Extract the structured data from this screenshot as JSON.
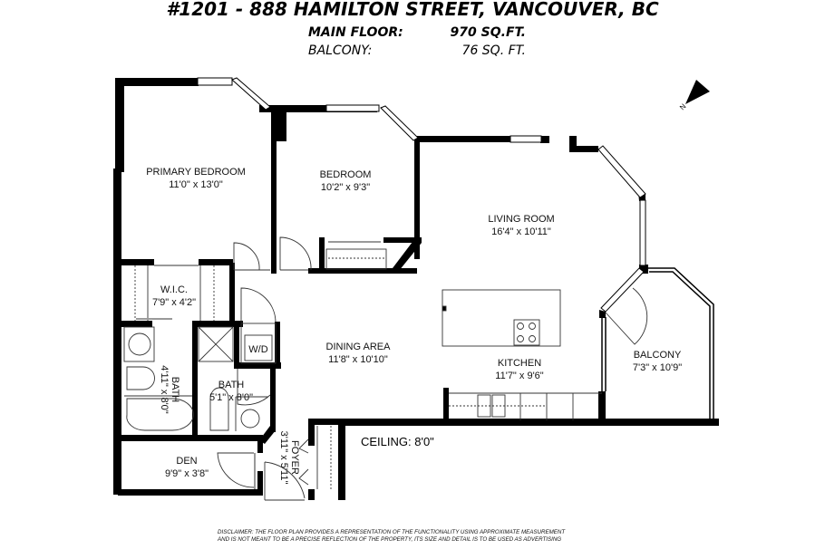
{
  "header": {
    "title": "#1201 - 888 HAMILTON STREET, VANCOUVER, BC",
    "main_floor_label": "MAIN FLOOR:",
    "main_floor_value": "970 SQ.FT.",
    "balcony_label": "BALCONY:",
    "balcony_value": "76 SQ. FT."
  },
  "compass": {
    "label": "N",
    "icon": "north-arrow-icon"
  },
  "rooms": {
    "primary_bedroom": {
      "name": "PRIMARY BEDROOM",
      "size": "11'0\" x 13'0\""
    },
    "bedroom": {
      "name": "BEDROOM",
      "size": "10'2\" x 9'3\""
    },
    "living_room": {
      "name": "LIVING ROOM",
      "size": "16'4\" x 10'11\""
    },
    "wic": {
      "name": "W.I.C.",
      "size": "7'9\" x 4'2\""
    },
    "ensuite_bath": {
      "name": "BATH",
      "size": "4'11\" x 8'0\""
    },
    "bath": {
      "name": "BATH",
      "size": "5'1\" x 8'0\""
    },
    "wd": {
      "name": "W/D"
    },
    "dining_area": {
      "name": "DINING AREA",
      "size": "11'8\" x 10'10\""
    },
    "kitchen": {
      "name": "KITCHEN",
      "size": "11'7\" x 9'6\""
    },
    "balcony": {
      "name": "BALCONY",
      "size": "7'3\" x 10'9\""
    },
    "den": {
      "name": "DEN",
      "size": "9'9\" x 3'8\""
    },
    "foyer": {
      "name": "FOYER",
      "size": "3'11\" x 5'11\""
    }
  },
  "ceiling": "CEILING: 8'0\"",
  "disclaimer": {
    "line1": "DISCLAIMER: THE FLOOR PLAN PROVIDES A REPRESENTATION OF THE FUNCTIONALITY USING APPROXIMATE MEASUREMENT",
    "line2": "AND IS NOT MEANT TO BE A PRECISE REFLECTION OF THE PROPERTY, ITS SIZE AND DETAIL IS TO BE USED AS ADVERTISING"
  },
  "colors": {
    "wall": "#000000",
    "fixture": "#444444",
    "background": "#ffffff",
    "sliding_door": "#999999"
  }
}
